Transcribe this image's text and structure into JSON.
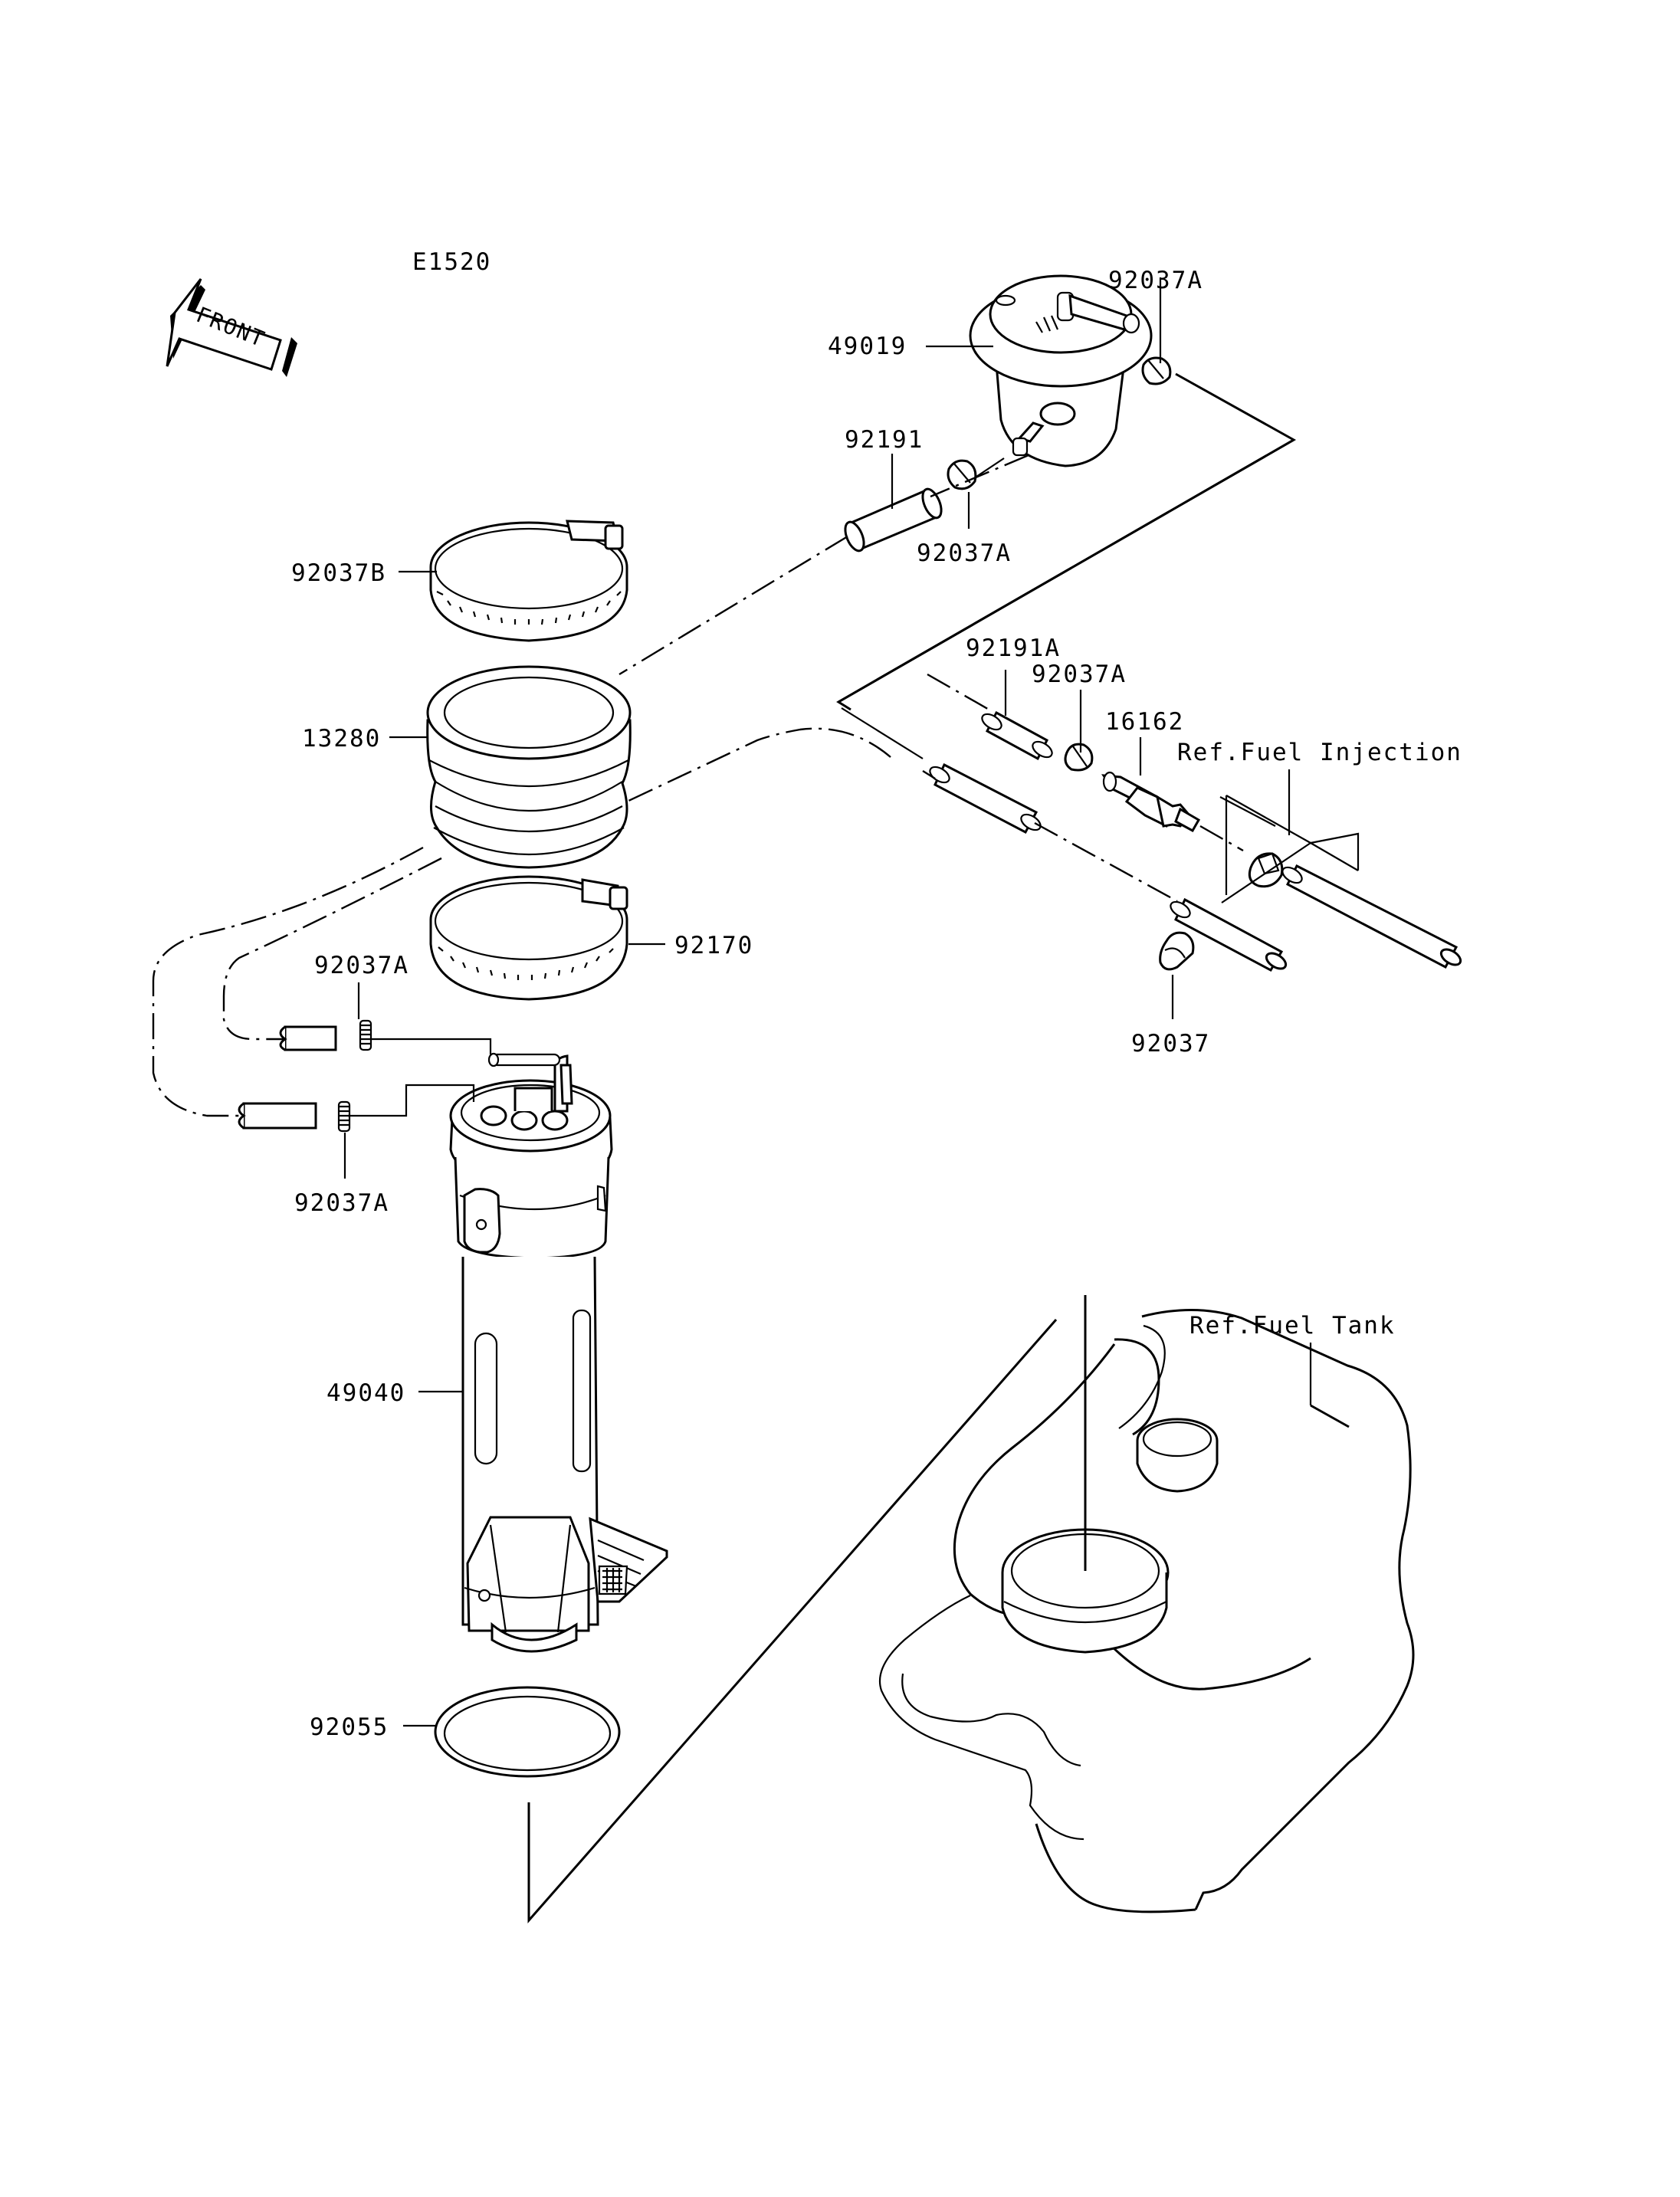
{
  "diagram_code": "E1520",
  "front_badge": "FRONT",
  "callouts": [
    {
      "id": "49019",
      "text": "49019"
    },
    {
      "id": "92037A_top",
      "text": "92037A"
    },
    {
      "id": "92191",
      "text": "92191"
    },
    {
      "id": "92037A_mid",
      "text": "92037A"
    },
    {
      "id": "92037B",
      "text": "92037B"
    },
    {
      "id": "13280",
      "text": "13280"
    },
    {
      "id": "92191A",
      "text": "92191A"
    },
    {
      "id": "92037A_right",
      "text": "92037A"
    },
    {
      "id": "16162",
      "text": "16162"
    },
    {
      "id": "ref_fuel_injection",
      "text": "Ref.Fuel Injection"
    },
    {
      "id": "92170",
      "text": "92170"
    },
    {
      "id": "92037A_left_upper",
      "text": "92037A"
    },
    {
      "id": "92037",
      "text": "92037"
    },
    {
      "id": "92037A_left_lower",
      "text": "92037A"
    },
    {
      "id": "ref_fuel_tank",
      "text": "Ref.Fuel Tank"
    },
    {
      "id": "49040",
      "text": "49040"
    },
    {
      "id": "92055",
      "text": "92055"
    }
  ]
}
